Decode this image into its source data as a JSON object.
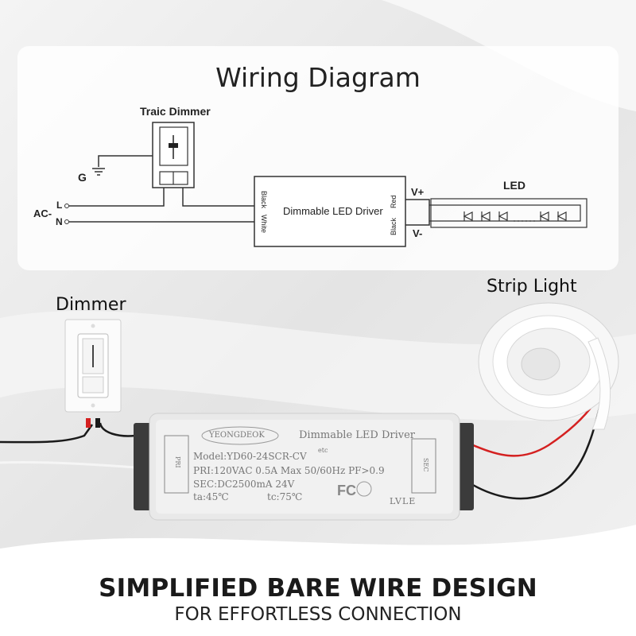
{
  "title": "Wiring Diagram",
  "schematic": {
    "dimmer_label": "Traic Dimmer",
    "ground_label": "G",
    "ac_label": "AC-",
    "line_label": "L",
    "neutral_label": "N",
    "driver_label": "Dimmable LED Driver",
    "input_black": "Black",
    "input_white": "White",
    "output_red": "Red",
    "output_black": "Black",
    "vplus_label": "V+",
    "vminus_label": "V-",
    "led_label": "LED"
  },
  "photo": {
    "dimmer_label": "Dimmer",
    "strip_label": "Strip Light",
    "driver": {
      "brand": "YEONGDEOK",
      "name": "Dimmable LED Driver",
      "model": "Model:YD60-24SCR-CV",
      "etc": "etc",
      "pri": "PRI:120VAC 0.5A Max 50/60Hz PF>0.9",
      "sec": "SEC:DC2500mA 24V",
      "ta": "ta:45℃",
      "tc": "tc:75℃",
      "fc": "FC",
      "lvle": "LVLE",
      "pri_tag": "PRI",
      "sec_tag": "SEC"
    }
  },
  "headline": "SIMPLIFIED BARE WIRE DESIGN",
  "subheadline": "FOR EFFORTLESS CONNECTION",
  "colors": {
    "red_wire": "#d42020",
    "black_wire": "#1a1a1a",
    "panel": "#ffffff"
  }
}
